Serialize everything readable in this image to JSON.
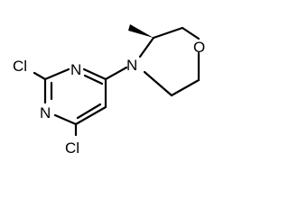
{
  "molecule": {
    "atoms": {
      "cl_top": "Cl",
      "n_ring_top": "N",
      "n_ring_bottom": "N",
      "n_morpholine": "N",
      "o_morpholine": "O",
      "cl_bottom": "Cl"
    },
    "colors": {
      "bond": "#000000",
      "text": "#000000",
      "background": "#ffffff"
    }
  }
}
